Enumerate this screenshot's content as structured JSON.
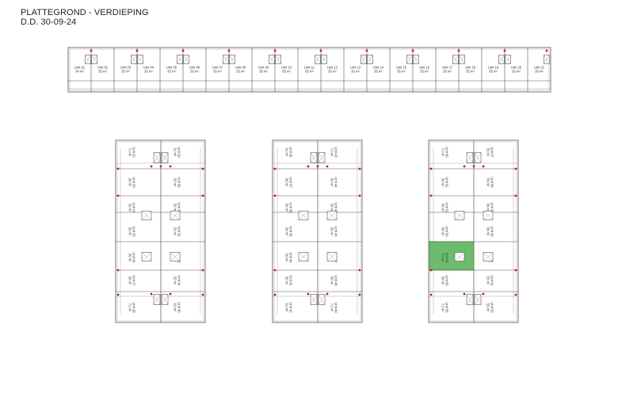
{
  "header": {
    "title": "PLATTEGROND - VERDIEPING",
    "date": "D.D. 30-09-24"
  },
  "colors": {
    "wall": "#555555",
    "thin": "#8a8a8a",
    "highlight": "#6dbb6d",
    "highlight_stroke": "#3f8a3f",
    "marker": "#c0143c"
  },
  "top_row": {
    "units": [
      {
        "id": "Unit 01",
        "area": "34 m²"
      },
      {
        "id": "Unit 02",
        "area": "35 m²"
      },
      {
        "id": "Unit 03",
        "area": "35 m²"
      },
      {
        "id": "Unit 04",
        "area": "35 m²"
      },
      {
        "id": "Unit 05",
        "area": "35 m²"
      },
      {
        "id": "Unit 06",
        "area": "35 m²"
      },
      {
        "id": "Unit 07",
        "area": "35 m²"
      },
      {
        "id": "Unit 08",
        "area": "35 m²"
      },
      {
        "id": "Unit 09",
        "area": "35 m²"
      },
      {
        "id": "Unit 10",
        "area": "35 m²"
      },
      {
        "id": "Unit 11",
        "area": "35 m²"
      },
      {
        "id": "Unit 12",
        "area": "35 m²"
      },
      {
        "id": "Unit 13",
        "area": "35 m²"
      },
      {
        "id": "Unit 14",
        "area": "35 m²"
      },
      {
        "id": "Unit 15",
        "area": "35 m²"
      },
      {
        "id": "Unit 16",
        "area": "35 m²"
      },
      {
        "id": "Unit 17",
        "area": "35 m²"
      },
      {
        "id": "Unit 18",
        "area": "35 m²"
      },
      {
        "id": "Unit 19",
        "area": "35 m²"
      },
      {
        "id": "Unit 20",
        "area": "35 m²"
      },
      {
        "id": "Unit 21",
        "area": "36 m²"
      }
    ]
  },
  "blocks": [
    {
      "left": [
        {
          "id": "Unit 22",
          "area": "71 m²"
        },
        {
          "id": "Unit 23",
          "area": "35 m²"
        },
        {
          "id": "Unit 24",
          "area": "35 m²"
        },
        {
          "id": "Unit 25",
          "area": "35 m²"
        },
        {
          "id": "Unit 26",
          "area": "35 m²"
        },
        {
          "id": "Unit 27",
          "area": "35 m²"
        },
        {
          "id": "Unit 28",
          "area": "71 m²"
        }
      ],
      "right": [
        {
          "id": "Unit 29",
          "area": "61 m²"
        },
        {
          "id": "Unit 30",
          "area": "32 m²"
        },
        {
          "id": "Unit 31",
          "area": "32 m²"
        },
        {
          "id": "Unit 32",
          "area": "32 m²"
        },
        {
          "id": "Unit 33",
          "area": "32 m²"
        },
        {
          "id": "Unit 34",
          "area": "32 m²"
        },
        {
          "id": "Unit 35",
          "area": "61 m²"
        }
      ]
    },
    {
      "left": [
        {
          "id": "Unit 36",
          "area": "61 m²"
        },
        {
          "id": "Unit 37",
          "area": "35 m²"
        },
        {
          "id": "Unit 38",
          "area": "35 m²"
        },
        {
          "id": "Unit 39",
          "area": "35 m²"
        },
        {
          "id": "Unit 40",
          "area": "35 m²"
        },
        {
          "id": "Unit 41",
          "area": "35 m²"
        },
        {
          "id": "Unit 42",
          "area": "61 m²"
        }
      ],
      "right": [
        {
          "id": "Unit 43",
          "area": "71 m²"
        },
        {
          "id": "Unit 44",
          "area": "35 m²"
        },
        {
          "id": "Unit 45",
          "area": "35 m²"
        },
        {
          "id": "Unit 46",
          "area": "35 m²"
        },
        {
          "id": "Unit 47",
          "area": "35 m²"
        },
        {
          "id": "Unit 48",
          "area": "35 m²"
        },
        {
          "id": "Unit 49",
          "area": "71 m²"
        }
      ]
    },
    {
      "left": [
        {
          "id": "Unit 50",
          "area": "71 m²"
        },
        {
          "id": "Unit 51",
          "area": "35 m²"
        },
        {
          "id": "Unit 52",
          "area": "35 m²"
        },
        {
          "id": "Unit 53",
          "area": "35 m²"
        },
        {
          "id": "Unit 54",
          "area": "71 m²",
          "highlight": true
        },
        {
          "id": "Unit 55",
          "area": "35 m²"
        },
        {
          "id": "Unit 56",
          "area": "71 m²"
        }
      ],
      "right": [
        {
          "id": "Unit 57",
          "area": "55 m²"
        },
        {
          "id": "Unit 58",
          "area": "55 m²"
        },
        {
          "id": "Unit 59",
          "area": "55 m²"
        },
        {
          "id": "Unit 60",
          "area": "55 m²"
        },
        {
          "id": "Unit 61",
          "area": "55 m²"
        },
        {
          "id": "Unit 62",
          "area": "55 m²"
        },
        {
          "id": "Unit 63",
          "area": "55 m²"
        }
      ]
    }
  ]
}
